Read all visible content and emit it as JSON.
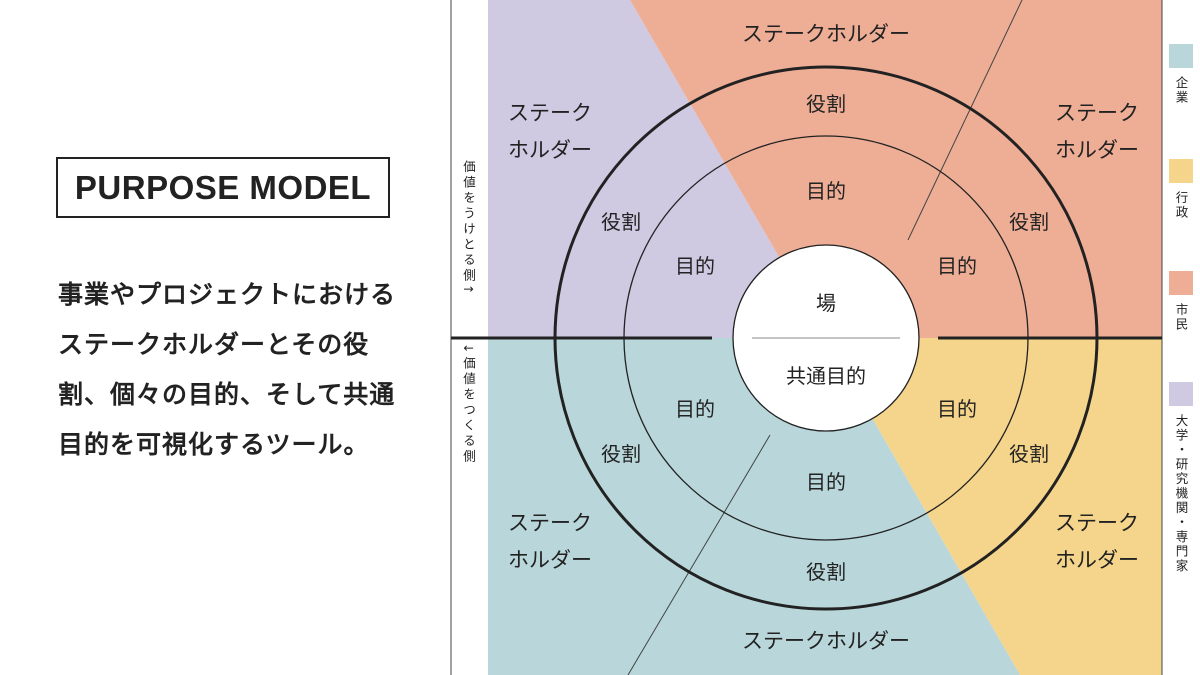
{
  "title": "PURPOSE MODEL",
  "description": "事業やプロジェクトにおけるステークホルダーとその役割、個々の目的、そして共通目的を可視化するツール。",
  "side_labels": {
    "top": "価値をうけとる側↑",
    "bottom": "↓価値をつくる側"
  },
  "center": {
    "top": "場",
    "bottom": "共通目的"
  },
  "stakeholder_label": "ステークホルダー",
  "stakeholder_line1": "ステーク",
  "stakeholder_line2": "ホルダー",
  "role_label": "役割",
  "purpose_label": "目的",
  "colors": {
    "company": "#b9d7da",
    "government": "#f5d58b",
    "citizen": "#eeae96",
    "university": "#cfc9e2"
  },
  "legend": [
    {
      "label": "企業",
      "color": "#b9d7da"
    },
    {
      "label": "行政",
      "color": "#f5d58b"
    },
    {
      "label": "市民",
      "color": "#eeae96"
    },
    {
      "label": "大学・研究機関・専門家",
      "color": "#cfc9e2"
    }
  ]
}
